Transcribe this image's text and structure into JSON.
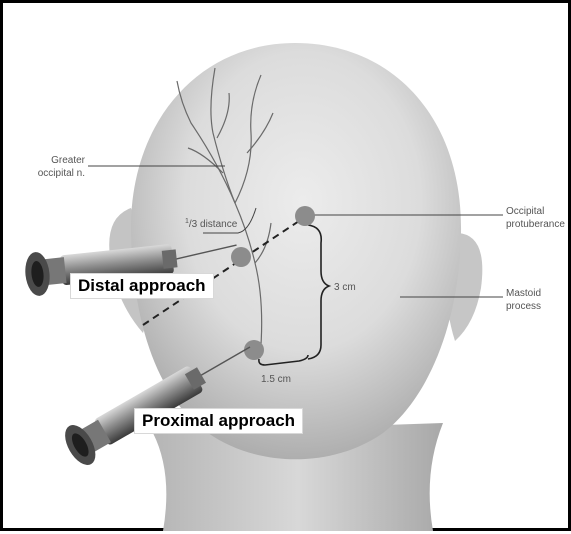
{
  "labels": {
    "greater_occipital_1": "Greater",
    "greater_occipital_2": "occipital n.",
    "third_sup": "1",
    "third_rest": "/3 distance",
    "occipital_1": "Occipital",
    "occipital_2": "protuberance",
    "mastoid_1": "Mastoid",
    "mastoid_2": "process",
    "three_cm": "3 cm",
    "one_five_cm": "1.5 cm"
  },
  "callouts": {
    "distal": "Distal approach",
    "proximal": "Proximal approach"
  },
  "colors": {
    "skin_light": "#e2e2e2",
    "skin_shadow": "#b8b8b8",
    "landmark": "#8c8c8c",
    "border": "#000000"
  }
}
